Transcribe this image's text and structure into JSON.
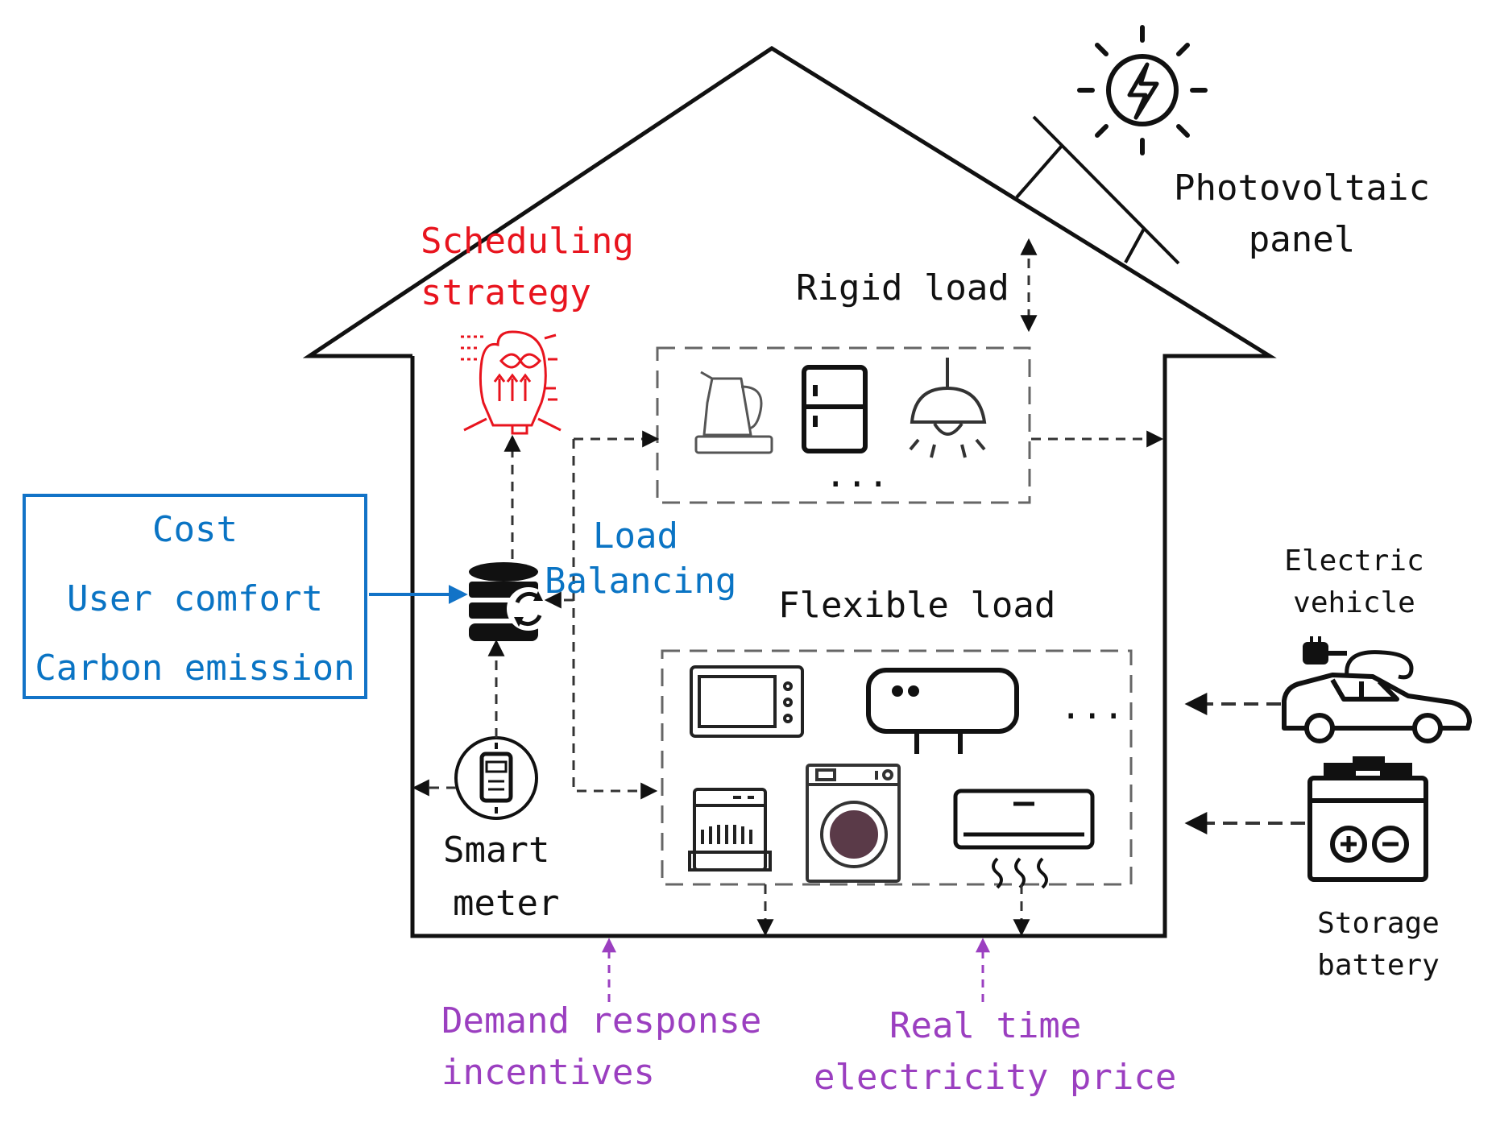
{
  "labels": {
    "photovoltaic_panel": [
      "Photovoltaic",
      "panel"
    ],
    "scheduling_strategy": [
      "Scheduling",
      "strategy"
    ],
    "rigid_load": "Rigid load",
    "flexible_load": "Flexible load",
    "load_balancing": [
      "Load",
      "Balancing"
    ],
    "smart_meter": [
      "Smart",
      "meter"
    ],
    "electric_vehicle": [
      "Electric",
      "vehicle"
    ],
    "storage_battery": [
      "Storage",
      "battery"
    ],
    "demand_response": [
      "Demand response",
      "incentives"
    ],
    "real_time_price": [
      "Real time",
      "electricity price"
    ],
    "rigid_more": "...",
    "flexible_more": "..."
  },
  "objectives": [
    "Cost",
    "User comfort",
    "Carbon emission"
  ],
  "icons": {
    "sun": "sun-bolt-icon",
    "panel": "solar-panel-icon",
    "strategy": "brain-strategy-icon",
    "database": "database-sync-icon",
    "meter": "smart-meter-icon",
    "kettle": "kettle-icon",
    "fridge": "refrigerator-icon",
    "lamp": "ceiling-lamp-icon",
    "microwave": "microwave-icon",
    "water_heater": "water-heater-icon",
    "dishwasher": "dishwasher-icon",
    "washer": "washing-machine-icon",
    "ac": "air-conditioner-icon",
    "ev": "electric-car-icon",
    "battery": "battery-icon"
  },
  "colors": {
    "strategy": "#e8141e",
    "objectives": "#0a74c4",
    "incentives": "#9b3fc0",
    "outline": "#111111",
    "dashed": "#555555"
  }
}
